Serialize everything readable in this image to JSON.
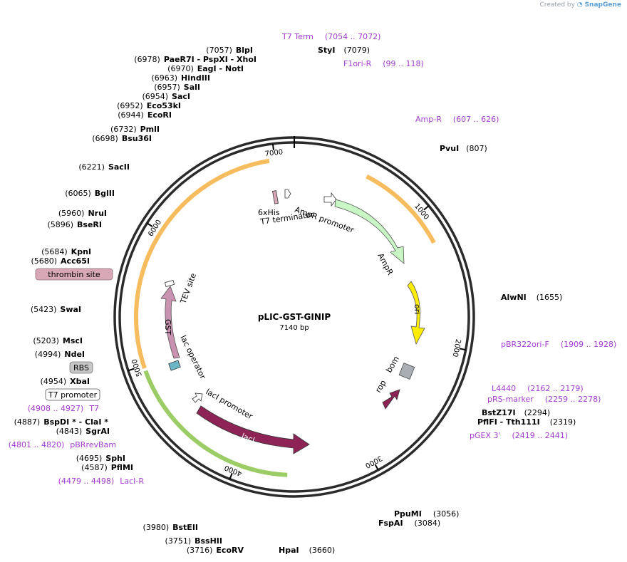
{
  "credit": {
    "prefix": "Created by",
    "brand": "SnapGene"
  },
  "plasmid": {
    "name": "pLIC-GST-GINIP",
    "length_label": "7140 bp",
    "length": 7140
  },
  "colors": {
    "backbone": "#2b2b2b",
    "primer": "#a33ccf",
    "orf_orange": "#f5b041",
    "orf_green": "#8bc34a",
    "ampr": "#c8f7c5",
    "ori": "#ffee00",
    "laci": "#8e2455",
    "gst": "#c992b0",
    "rop": "#8e2455",
    "bom": "#a9aeb5",
    "misc_box": "#d9a8b7",
    "rbs_box": "#c7c7c7"
  },
  "ruler": [
    {
      "bp": 1000,
      "label": "1000"
    },
    {
      "bp": 2000,
      "label": "2000"
    },
    {
      "bp": 3000,
      "label": "3000"
    },
    {
      "bp": 4000,
      "label": "4000"
    },
    {
      "bp": 5000,
      "label": "5000"
    },
    {
      "bp": 6000,
      "label": "6000"
    },
    {
      "bp": 7000,
      "label": "7000"
    }
  ],
  "features": {
    "ampr": "AmpR",
    "ori": "ori",
    "laci": "lacI",
    "gst": "GST",
    "rop": "rop",
    "bom": "bom",
    "tev": "TEV site",
    "lac_operator": "lac operator",
    "laci_promoter": "lacI promoter",
    "ampr_promoter": "AmpR promoter",
    "his6": "6xHis",
    "t7_terminator": "T7 terminator"
  },
  "sites_left": [
    {
      "pos": "(7057)",
      "name": "BlpI"
    },
    {
      "pos": "(6978)",
      "name": "PaeR7I - PspXI - XhoI"
    },
    {
      "pos": "(6970)",
      "name": "EagI - NotI"
    },
    {
      "pos": "(6963)",
      "name": "HindIII"
    },
    {
      "pos": "(6957)",
      "name": "SalI"
    },
    {
      "pos": "(6954)",
      "name": "SacI"
    },
    {
      "pos": "(6952)",
      "name": "Eco53kI"
    },
    {
      "pos": "(6944)",
      "name": "EcoRI"
    },
    {
      "pos": "(6732)",
      "name": "PmlI"
    },
    {
      "pos": "(6698)",
      "name": "Bsu36I"
    },
    {
      "pos": "(6221)",
      "name": "SacII"
    },
    {
      "pos": "(6065)",
      "name": "BglII"
    },
    {
      "pos": "(5960)",
      "name": "NruI"
    },
    {
      "pos": "(5896)",
      "name": "BseRI"
    },
    {
      "pos": "(5684)",
      "name": "KpnI"
    },
    {
      "pos": "(5680)",
      "name": "Acc65I"
    },
    {
      "pos": "(5423)",
      "name": "SwaI"
    },
    {
      "pos": "(5203)",
      "name": "MscI"
    },
    {
      "pos": "(4994)",
      "name": "NdeI"
    },
    {
      "pos": "(4954)",
      "name": "XbaI"
    },
    {
      "pos": "(4887)",
      "name": "BspDI * - ClaI *"
    },
    {
      "pos": "(4843)",
      "name": "SgrAI"
    },
    {
      "pos": "(4695)",
      "name": "SphI"
    },
    {
      "pos": "(4587)",
      "name": "PflMI"
    },
    {
      "pos": "(3980)",
      "name": "BstEII"
    },
    {
      "pos": "(3751)",
      "name": "BssHII"
    },
    {
      "pos": "(3716)",
      "name": "EcoRV"
    }
  ],
  "sites_right": [
    {
      "name": "StyI",
      "pos": "(7079)"
    },
    {
      "name": "PvuI",
      "pos": "(807)"
    },
    {
      "name": "AlwNI",
      "pos": "(1655)"
    },
    {
      "name": "BstZ17I",
      "pos": "(2294)"
    },
    {
      "name": "PflFI - Tth111I",
      "pos": "(2319)"
    },
    {
      "name": "PpuMI",
      "pos": "(3056)"
    },
    {
      "name": "FspAI",
      "pos": "(3084)"
    },
    {
      "name": "HpaI",
      "pos": "(3660)"
    }
  ],
  "primers": [
    {
      "name": "T7 Term",
      "range": "(7054 .. 7072)"
    },
    {
      "name": "F1ori-R",
      "range": "(99 .. 118)"
    },
    {
      "name": "Amp-R",
      "range": "(607 .. 626)"
    },
    {
      "name": "pBR322ori-F",
      "range": "(1909 .. 1928)"
    },
    {
      "name": "L4440",
      "range": "(2162 .. 2179)"
    },
    {
      "name": "pRS-marker",
      "range": "(2259 .. 2278)"
    },
    {
      "name": "pGEX 3'",
      "range": "(2419 .. 2441)"
    },
    {
      "name": "T7",
      "range": "(4908 .. 4927)"
    },
    {
      "name": "pBRrevBam",
      "range": "(4801 .. 4820)"
    },
    {
      "name": "LacI-R",
      "range": "(4479 .. 4498)"
    }
  ],
  "boxed_labels": {
    "thrombin": "thrombin site",
    "rbs": "RBS",
    "t7_promoter": "T7 promoter"
  }
}
